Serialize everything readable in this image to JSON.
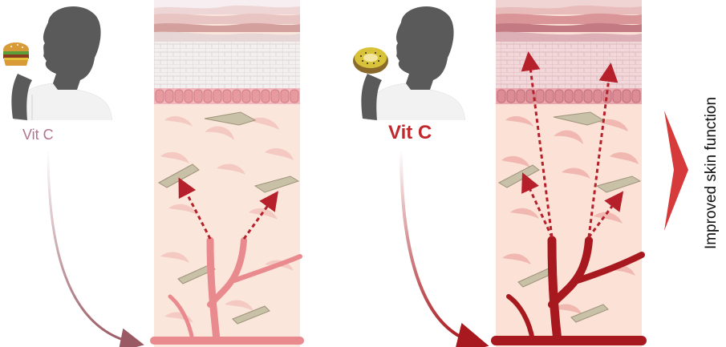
{
  "left_panel": {
    "nutrient_label": "Vit C",
    "food_icon": "burger-icon"
  },
  "right_panel": {
    "nutrient_label": "Vit C",
    "food_icon": "kiwi-icon"
  },
  "outcome_label": "Improved skin function",
  "colors": {
    "low_vitc_text": "#b0748f",
    "high_vitc_text": "#c0282b",
    "low_vessel": "#e88a8e",
    "high_vessel": "#a8191f",
    "dermis_bg": "#fbe6dc",
    "chevron": "#d63a3a"
  }
}
